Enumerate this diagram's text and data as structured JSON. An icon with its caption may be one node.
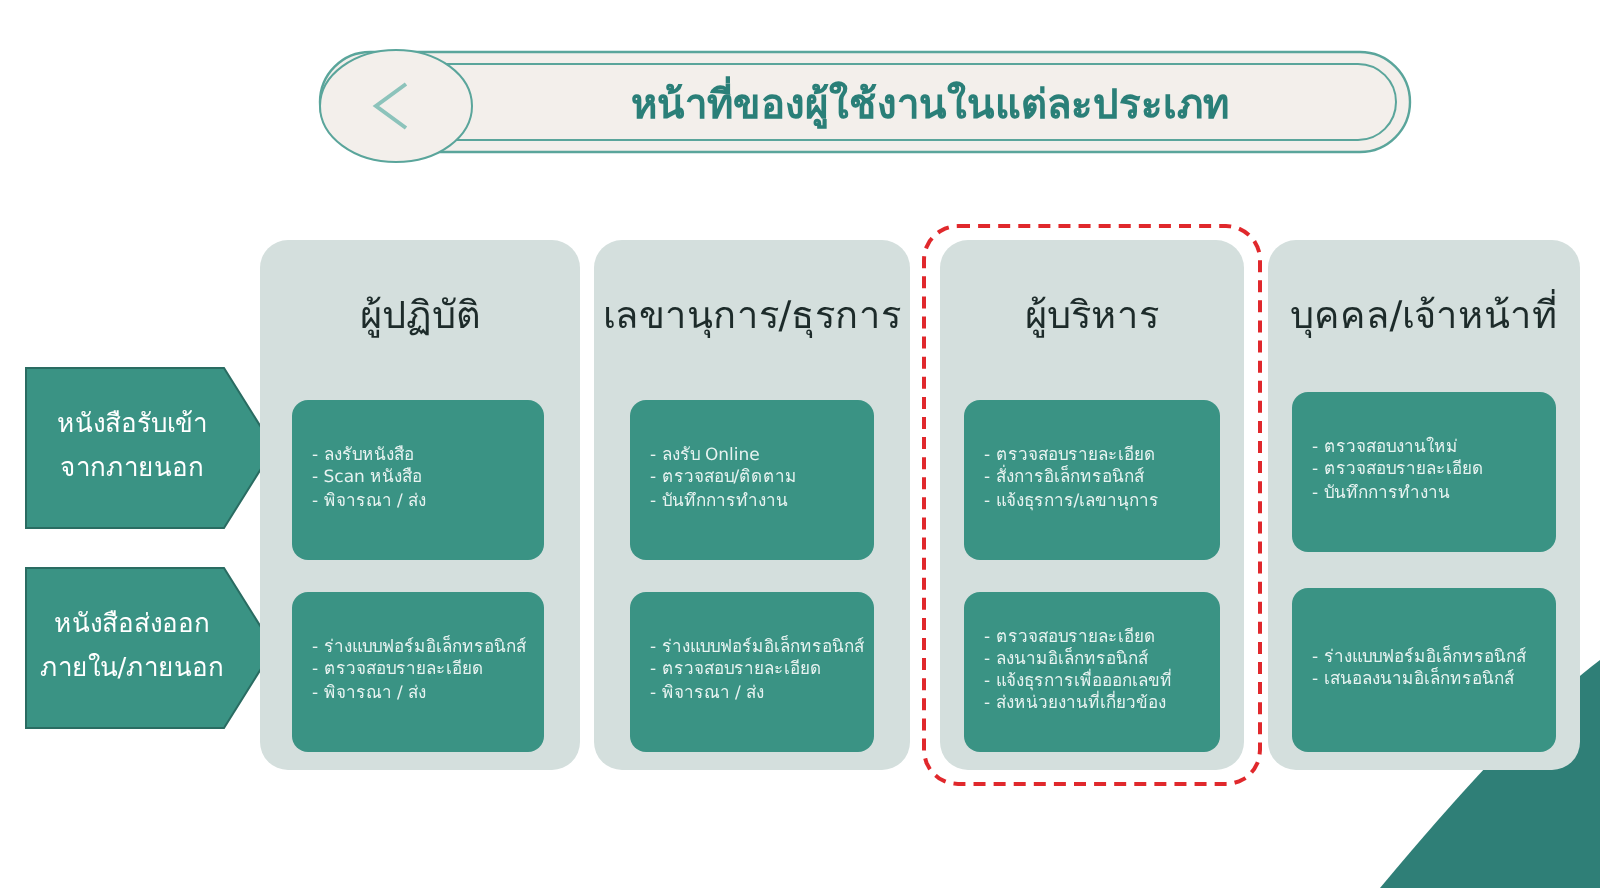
{
  "diagram": {
    "title": "หน้าที่ของผู้ใช้งานในแต่ละประเภท",
    "nodes": [
      {
        "text": [
          "หนังสือรับเข้า จากภายนอก"
        ]
      },
      {
        "text": [
          "หนังสือส่งออก ภายใน/ภายนอก"
        ]
      },
      {
        "text": [
          "ผู้ปฏิบัติ"
        ]
      },
      {
        "text": [
          "- ลงรับหนังสือ",
          "- Scan หนังสือ",
          "- พิจารณา / ส่ง"
        ],
        "in": 2
      },
      {
        "text": [
          "- ร่างแบบฟอร์มอิเล็กทรอนิกส์",
          "- ตรวจสอบรายละเอียด",
          "- พิจารณา / ส่ง"
        ],
        "in": 2
      },
      {
        "text": [
          "เลขานุการ/ธุรการ"
        ]
      },
      {
        "text": [
          "- ลงรับ Online",
          "- ตรวจสอบ/ติดตาม",
          "- บันทึกการทำงาน"
        ],
        "in": 5
      },
      {
        "text": [
          "- ร่างแบบฟอร์มอิเล็กทรอนิกส์",
          "- ตรวจสอบรายละเอียด",
          "- พิจารณา / ส่ง"
        ],
        "in": 5
      },
      {
        "text": [
          "ผู้บริหาร"
        ]
      },
      {
        "text": [
          "- ตรวจสอบรายละเอียด",
          "- สั่งการอิเล็กทรอนิกส์",
          "- แจ้งธุรการ/เลขานุการ"
        ],
        "in": 8
      },
      {
        "text": [
          "- ตรวจสอบรายละเอียด",
          "- ลงนามอิเล็กทรอนิกส์",
          "- แจ้งธุรการเพื่อออกเลขที่",
          "- ส่งหน่วยงานที่เกี่ยวข้อง"
        ],
        "in": 8
      },
      {
        "text": [
          "บุคคล/เจ้าหน้าที่"
        ]
      },
      {
        "text": [
          "- ตรวจสอบงานใหม่",
          "- ตรวจสอบรายละเอียด",
          "- บันทึกการทำงาน"
        ],
        "in": 11
      },
      {
        "text": [
          "- ร่างแบบฟอร์มอิเล็กทรอนิกส์",
          "- เสนอลงนามอิเล็กทรอนิกส์"
        ],
        "in": 11
      }
    ],
    "edges": []
  }
}
